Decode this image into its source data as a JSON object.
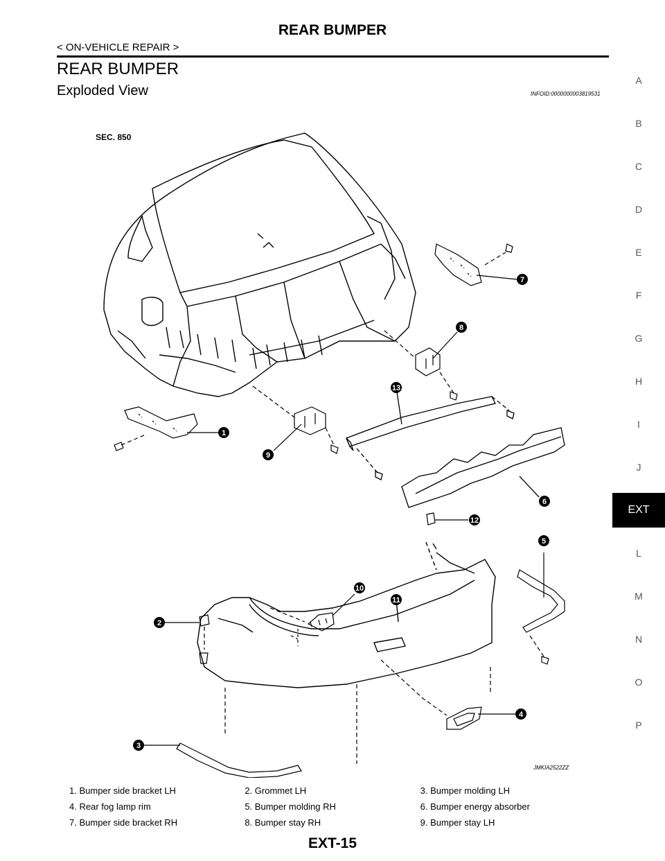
{
  "header": {
    "title": "REAR BUMPER",
    "section_path": "< ON-VEHICLE REPAIR >"
  },
  "section_heading": "REAR BUMPER",
  "subsection": {
    "title": "Exploded View",
    "info_id": "INFOID:0000000003819531"
  },
  "side_tabs": [
    "A",
    "B",
    "C",
    "D",
    "E",
    "F",
    "G",
    "H",
    "I",
    "J",
    "EXT",
    "L",
    "M",
    "N",
    "O",
    "P"
  ],
  "active_tab": "EXT",
  "diagram": {
    "sec_label": "SEC. 850",
    "image_code": "JMKIA2522ZZ",
    "callouts": [
      "1",
      "2",
      "3",
      "4",
      "5",
      "6",
      "7",
      "8",
      "9",
      "10",
      "11",
      "12",
      "13"
    ]
  },
  "legend": [
    [
      "1.",
      "Bumper side bracket LH",
      "2.",
      "Grommet LH",
      "3.",
      "Bumper molding LH"
    ],
    [
      "4.",
      "Rear fog lamp rim",
      "5.",
      "Bumper molding RH",
      "6.",
      "Bumper energy absorber"
    ],
    [
      "7.",
      "Bumper side bracket RH",
      "8.",
      "Bumper stay RH",
      "9.",
      "Bumper stay LH"
    ]
  ],
  "page_number": "EXT-15"
}
